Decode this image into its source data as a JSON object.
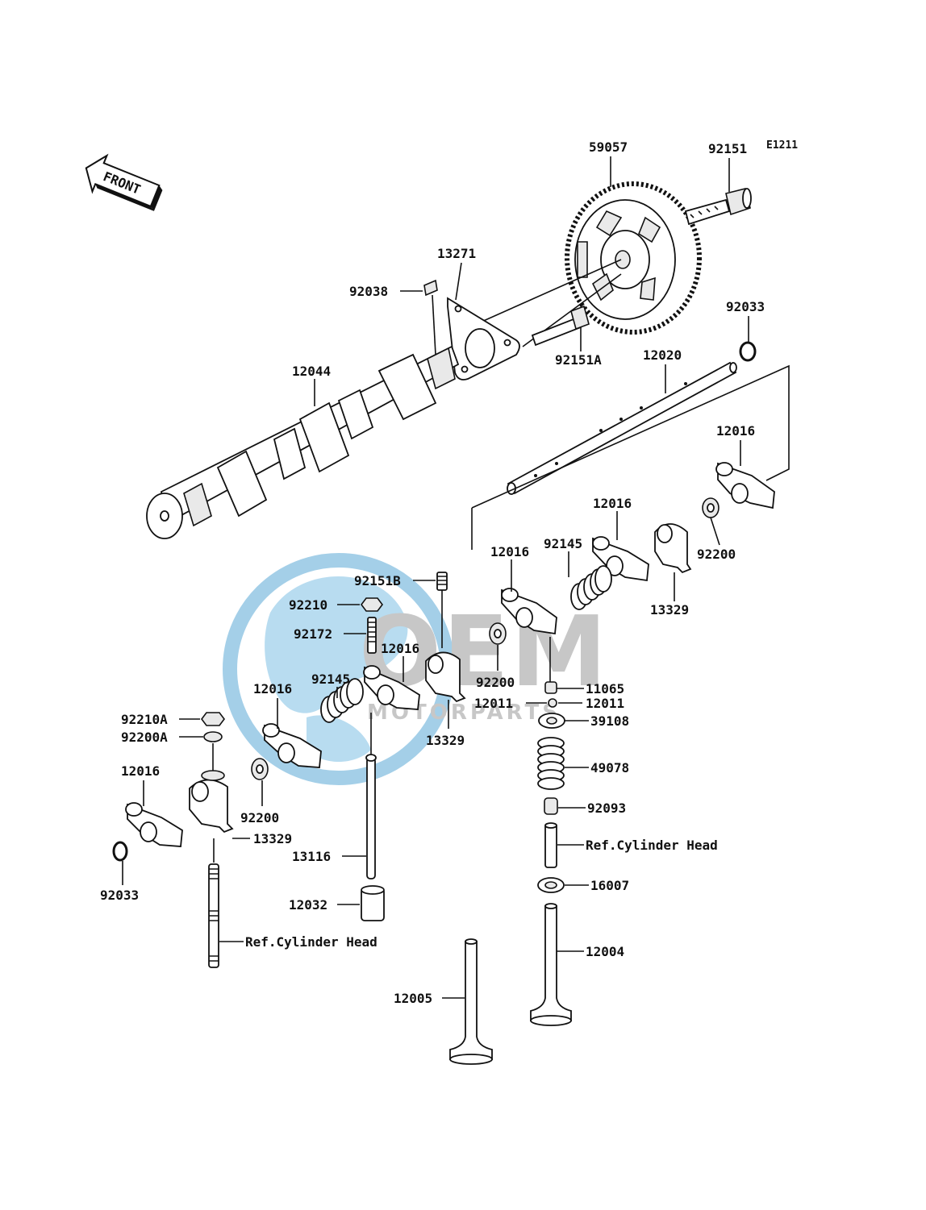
{
  "diagram_code": "E1211",
  "front_label": "FRONT",
  "watermark": {
    "main": "OEM",
    "sub": "MOTORPARTS",
    "color_ring": "#5aa9d6",
    "color_text": "#9a9a9a"
  },
  "labels": {
    "p59057": "59057",
    "p92151": "92151",
    "p13271": "13271",
    "p92038": "92038",
    "p92151A": "92151A",
    "p92033_top": "92033",
    "p12020": "12020",
    "p12044": "12044",
    "p12016_a": "12016",
    "p12016_b": "12016",
    "p12016_c": "12016",
    "p12016_d": "12016",
    "p12016_e": "12016",
    "p12016_f": "12016",
    "p92145_a": "92145",
    "p92145_b": "92145",
    "p92200_a": "92200",
    "p92200_b": "92200",
    "p92200_c": "92200",
    "p13329_a": "13329",
    "p13329_b": "13329",
    "p13329_c": "13329",
    "p92151B": "92151B",
    "p92210": "92210",
    "p92172": "92172",
    "p11065": "11065",
    "p12011_a": "12011",
    "p12011_b": "12011",
    "p39108": "39108",
    "p49078": "49078",
    "p92093": "92093",
    "p92210A": "92210A",
    "p92200A": "92200A",
    "p92033_bot": "92033",
    "p13116": "13116",
    "p12032": "12032",
    "p16007": "16007",
    "p12004": "12004",
    "p12005": "12005",
    "ref_head_1": "Ref.Cylinder Head",
    "ref_head_2": "Ref.Cylinder Head"
  }
}
